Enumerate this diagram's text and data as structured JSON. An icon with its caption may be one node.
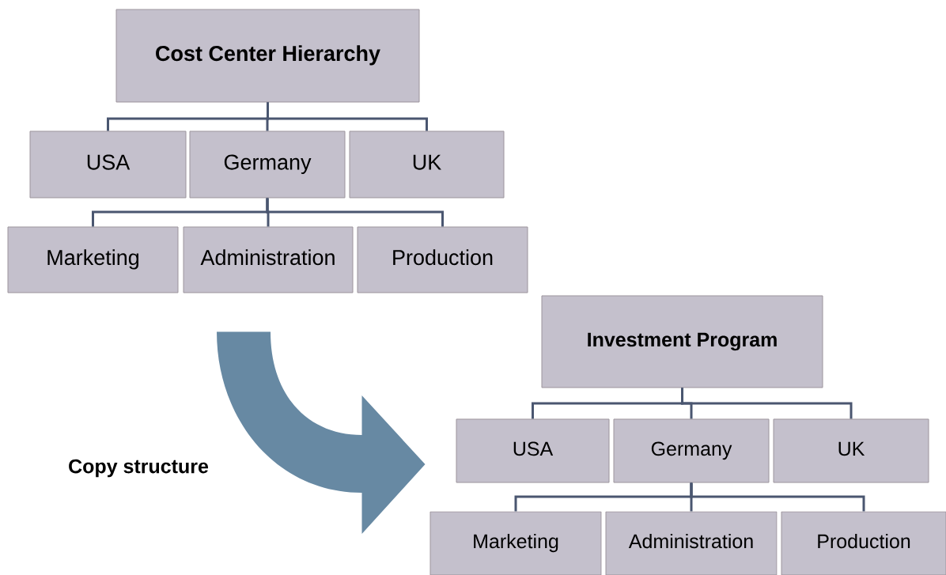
{
  "diagram": {
    "nodes": [
      {
        "text": [
          "Cost Center Hierarchy"
        ]
      },
      {
        "text": [
          "USA"
        ]
      },
      {
        "text": [
          "Germany"
        ]
      },
      {
        "text": [
          "UK"
        ]
      },
      {
        "text": [
          "Marketing"
        ]
      },
      {
        "text": [
          "Administration"
        ]
      },
      {
        "text": [
          "Production"
        ]
      },
      {
        "text": [
          "Investment Program"
        ]
      },
      {
        "text": [
          "USA"
        ]
      },
      {
        "text": [
          "Germany"
        ]
      },
      {
        "text": [
          "UK"
        ]
      },
      {
        "text": [
          "Marketing"
        ]
      },
      {
        "text": [
          "Administration"
        ]
      },
      {
        "text": [
          "Production"
        ]
      }
    ],
    "edges": [
      {
        "from": 0,
        "to": 1,
        "arrow": "none"
      },
      {
        "from": 0,
        "to": 2,
        "arrow": "none"
      },
      {
        "from": 0,
        "to": 3,
        "arrow": "none"
      },
      {
        "from": 2,
        "to": 4,
        "arrow": "none"
      },
      {
        "from": 2,
        "to": 5,
        "arrow": "none"
      },
      {
        "from": 2,
        "to": 6,
        "arrow": "none"
      },
      {
        "from": 7,
        "to": 8,
        "arrow": "none"
      },
      {
        "from": 7,
        "to": 9,
        "arrow": "none"
      },
      {
        "from": 7,
        "to": 10,
        "arrow": "none"
      },
      {
        "from": 9,
        "to": 11,
        "arrow": "none"
      },
      {
        "from": 9,
        "to": 12,
        "arrow": "none"
      },
      {
        "from": 9,
        "to": 13,
        "arrow": "none"
      },
      {
        "from": 5,
        "to": 8,
        "arrow": "to",
        "style": "thick",
        "color": "#6789a3"
      }
    ],
    "labels": [
      "Copy structure"
    ]
  }
}
